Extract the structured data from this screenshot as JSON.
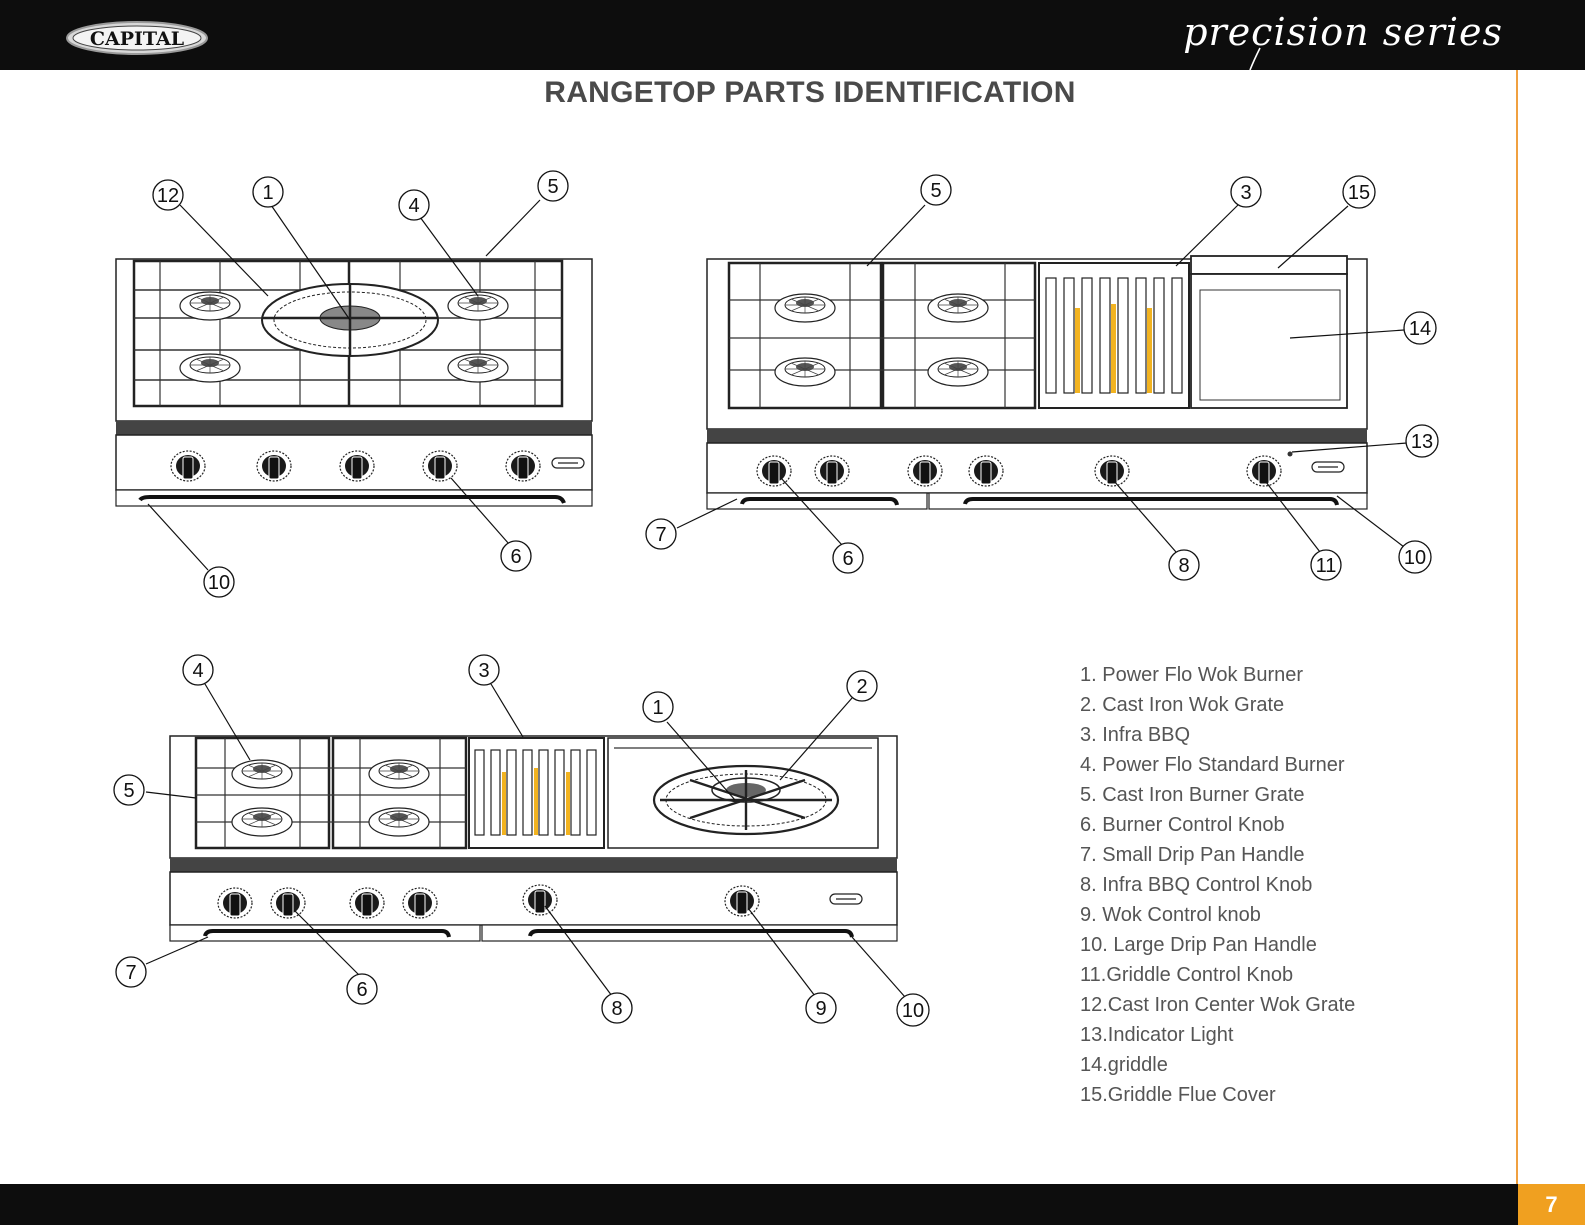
{
  "header": {
    "brand": "CAPITAL",
    "series": "precision series"
  },
  "page_title": "RANGETOP PARTS IDENTIFICATION",
  "parts": [
    "1. Power Flo Wok Burner",
    "2. Cast Iron Wok Grate",
    "3. Infra BBQ",
    "4. Power Flo Standard Burner",
    "5. Cast Iron Burner Grate",
    "6. Burner Control Knob",
    "7. Small Drip Pan Handle",
    "8. Infra BBQ Control Knob",
    "9. Wok Control knob",
    "10. Large Drip Pan Handle",
    "11.Griddle Control Knob",
    "12.Cast Iron Center Wok Grate",
    "13.Indicator Light",
    "14.griddle",
    "15.Griddle Flue Cover"
  ],
  "diagram_a_callouts": [
    "12",
    "1",
    "4",
    "5",
    "6",
    "10"
  ],
  "diagram_b_callouts": [
    "5",
    "3",
    "15",
    "14",
    "13",
    "7",
    "6",
    "8",
    "11",
    "10"
  ],
  "diagram_c_callouts": [
    "4",
    "3",
    "1",
    "2",
    "5",
    "7",
    "6",
    "8",
    "9",
    "10"
  ],
  "colors": {
    "header_bg": "#0d0d0d",
    "accent": "#f0a020",
    "infra_heat": "#f2b320"
  },
  "footer": {
    "page_number": "7"
  }
}
